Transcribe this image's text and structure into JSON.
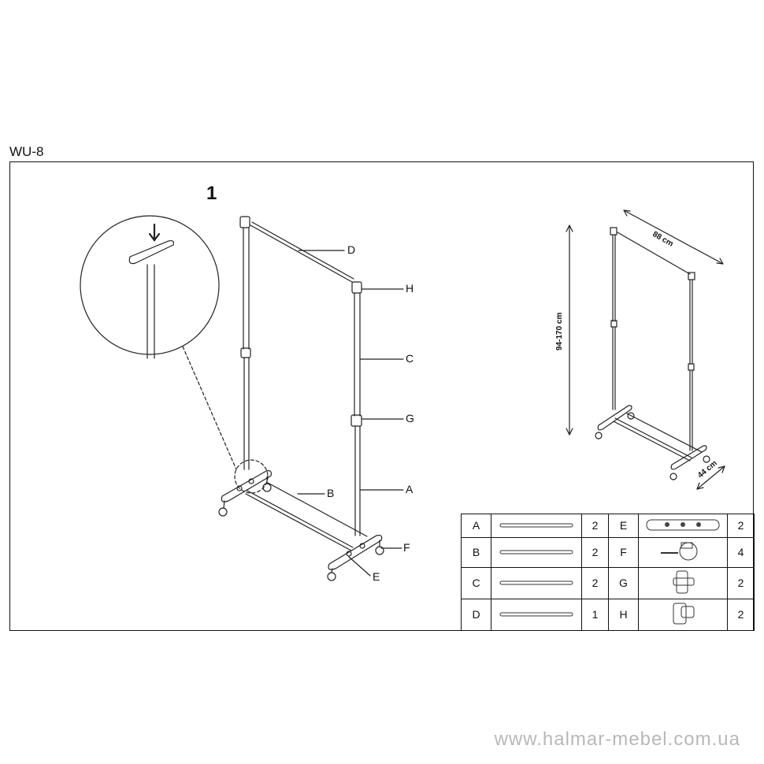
{
  "model": "WU-8",
  "step": "1",
  "callouts": {
    "D": "D",
    "H": "H",
    "C": "C",
    "G": "G",
    "A": "A",
    "B": "B",
    "F": "F",
    "E": "E"
  },
  "dimensions": {
    "width": "88 cm",
    "height": "94-170 cm",
    "depth": "44 cm"
  },
  "parts": [
    {
      "letter": "A",
      "qty": "2",
      "icon": "tube-icon"
    },
    {
      "letter": "B",
      "qty": "2",
      "icon": "tube-icon"
    },
    {
      "letter": "C",
      "qty": "2",
      "icon": "tube-icon"
    },
    {
      "letter": "D",
      "qty": "1",
      "icon": "tube-icon"
    },
    {
      "letter": "E",
      "qty": "2",
      "icon": "base-foot-icon"
    },
    {
      "letter": "F",
      "qty": "4",
      "icon": "caster-wheel-icon"
    },
    {
      "letter": "G",
      "qty": "2",
      "icon": "height-clamp-icon"
    },
    {
      "letter": "H",
      "qty": "2",
      "icon": "corner-connector-icon"
    }
  ],
  "watermark": "www.halmar-mebel.com.ua"
}
